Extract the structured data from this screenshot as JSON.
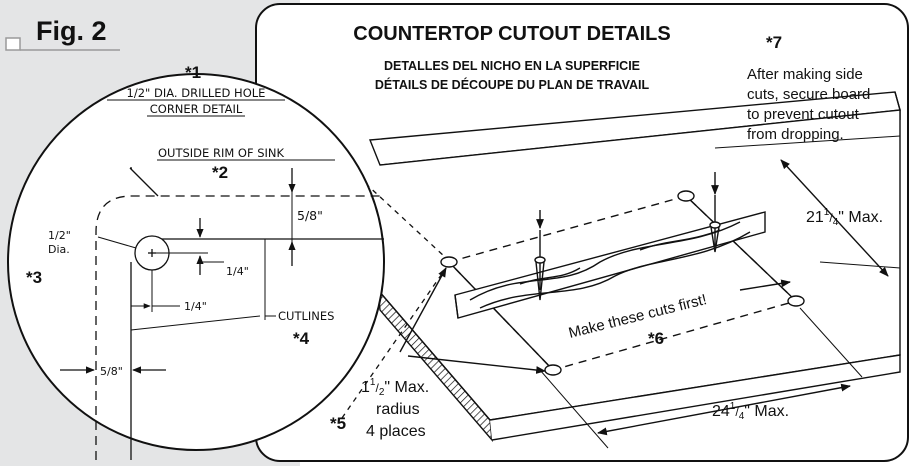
{
  "figure": {
    "label": "Fig. 2"
  },
  "title": {
    "en": "COUNTERTOP CUTOUT DETAILS",
    "es": "DETALLES DEL NICHO EN LA SUPERFICIE",
    "fr": "DÉTAILS DE DÉCOUPE DU PLAN DE TRAVAIL"
  },
  "corner_detail": {
    "marker": "*1",
    "heading_line1": "1/2\" DIA. DRILLED HOLE",
    "heading_line2": "CORNER DETAIL",
    "rim_label": "OUTSIDE RIM OF SINK",
    "rim_marker": "*2",
    "dim_58_top": "5/8\"",
    "hole_label_line1": "1/2\"",
    "hole_label_line2": "Dia.",
    "hole_marker": "*3",
    "dim_14_v": "1/4\"",
    "dim_14_h": "1/4\"",
    "cutlines_label": "CUTLINES",
    "cutlines_marker": "*4",
    "dim_58_bottom": "5/8\""
  },
  "cutout": {
    "note_marker": "*7",
    "note_lines": [
      "After making side",
      "cuts, secure board",
      "to prevent cutout",
      "from dropping."
    ],
    "width_max": {
      "whole": "21",
      "sup": "1",
      "sub": "4",
      "suffix": "\" Max."
    },
    "length_max": {
      "whole": "24",
      "sup": "1",
      "sub": "4",
      "suffix": "\" Max."
    },
    "board_label": "Make these cuts first!",
    "board_marker": "*6",
    "radius_whole": "1",
    "radius_sup": "1",
    "radius_sub": "2",
    "radius_suffix": "\" Max.",
    "radius_line2": "radius",
    "radius_line3": "4 places",
    "edge_marker": "*5"
  }
}
